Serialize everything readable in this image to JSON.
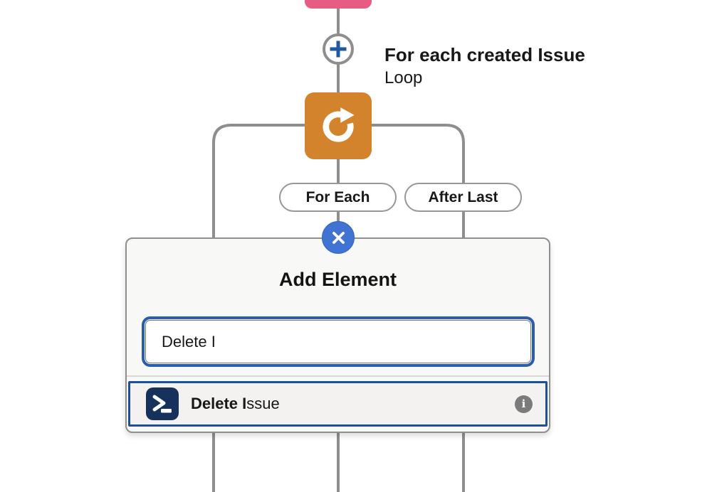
{
  "flow": {
    "hover_label": {
      "title": "For each created Issue",
      "subtitle": "Loop"
    },
    "branch_labels": {
      "for_each": "For Each",
      "after_last": "After Last"
    }
  },
  "popup": {
    "title": "Add Element",
    "search_value": "Delete I",
    "results": [
      {
        "match": "Delete I",
        "rest": "ssue",
        "icon": "terminal-prompt-icon",
        "trailing_icon": "info-icon"
      }
    ]
  },
  "icons": {
    "add": "plus-icon",
    "loop": "loop-refresh-icon",
    "close": "close-x-icon",
    "result": "terminal-prompt-icon",
    "info": "info-icon"
  },
  "colors": {
    "node_pink": "#E85C84",
    "node_orange": "#D2832C",
    "connector_gray": "#8E8E8E",
    "plus_blue": "#1F5AA0",
    "close_circle_blue": "#4173D2",
    "search_focus_blue": "#2B5DA9",
    "result_border_blue": "#1E4F9C",
    "terminal_navy": "#16325C",
    "info_gray": "#7B7B7B",
    "popup_background": "#F8F8F6",
    "text_dark": "#181818"
  }
}
